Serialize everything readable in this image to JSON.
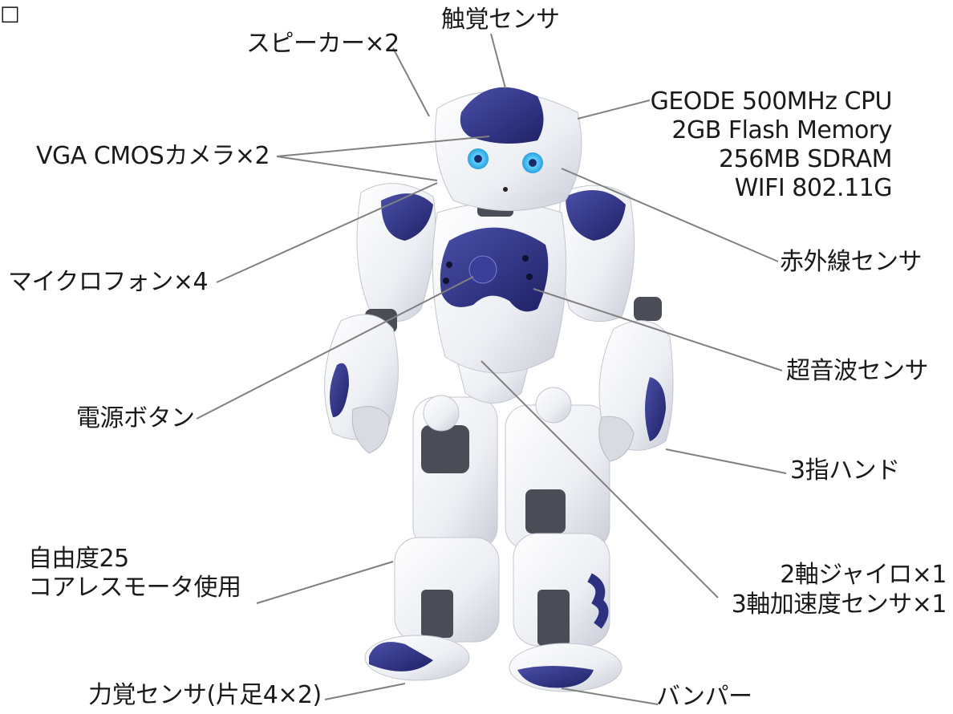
{
  "corner_glyph": "□",
  "labels": {
    "touch_sensor": "触覚センサ",
    "speaker": "スピーカー×2",
    "cpu": "GEODE 500MHz CPU",
    "flash": "2GB Flash Memory",
    "sdram": "256MB SDRAM",
    "wifi": "WIFI 802.11G",
    "camera": "VGA CMOSカメラ×2",
    "infrared": "赤外線センサ",
    "microphone": "マイクロフォン×4",
    "ultrasonic": "超音波センサ",
    "power_button": "電源ボタン",
    "hand": "3指ハンド",
    "dof_line1": "自由度25",
    "dof_line2": "コアレスモータ使用",
    "gyro": "2軸ジャイロ×1",
    "accel": "3軸加速度センサ×1",
    "force_sensor": "力覚センサ(片足4×2)",
    "bumper": "バンパー"
  },
  "colors": {
    "robot_white": "#f2f3f7",
    "robot_navy": "#2e3180",
    "joint_gray": "#4a4d55",
    "eye_blue": "#3fb6ea",
    "leader_line": "#808080"
  }
}
